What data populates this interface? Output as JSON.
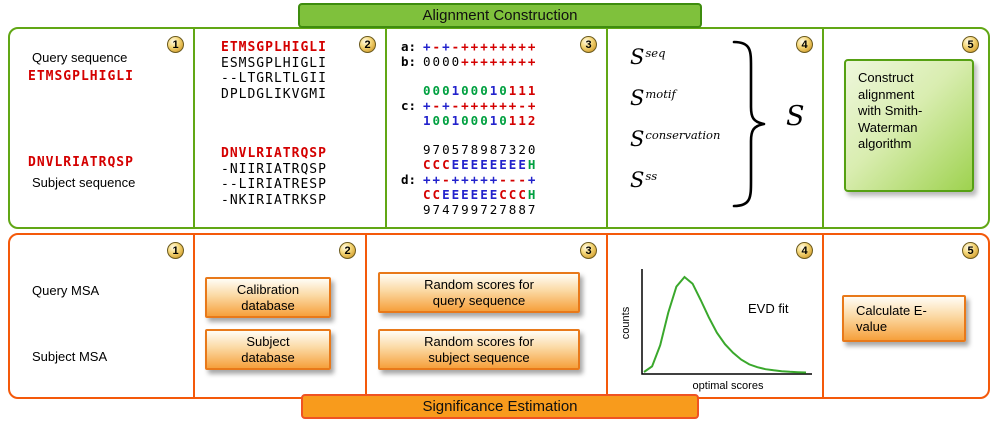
{
  "titles": {
    "top": "Alignment Construction",
    "bottom": "Significance Estimation"
  },
  "top_row": {
    "panel1": {
      "number": "1",
      "query_label": "Query sequence",
      "query_seq": "ETMSGPLHIGLI",
      "subject_seq": "DNVLRIATRQSP",
      "subject_label": "Subject sequence"
    },
    "panel2": {
      "number": "2",
      "query_msa": [
        "ETMSGPLHIGLI",
        "ESMSGPLHIGLI",
        "--LTGRLTLGII",
        "DPLDGLIKVGMI"
      ],
      "subject_msa": [
        "DNVLRIATRQSP",
        "-NIIRIATRQSP",
        "--LIRIATRESP",
        "-NKIRIATRKSP"
      ]
    },
    "panel3": {
      "number": "3",
      "lines": [
        {
          "label": "a:",
          "text": "+-+-++++++++",
          "colors": "brbrrrrrrrrr",
          "gap_before": false
        },
        {
          "label": "b:",
          "text": "0000++++++++",
          "colors": "kkkkrrrrrrrr",
          "gap_before": false
        },
        {
          "label": "",
          "text": "000100010111",
          "colors": "gggbgggbgrrr",
          "gap_before": true
        },
        {
          "label": "c:",
          "text": "+-+-++++++-+",
          "colors": "brbrrrrrrrrr",
          "gap_before": false
        },
        {
          "label": "",
          "text": "100100010112",
          "colors": "bggbgggbgrrr",
          "gap_before": false
        },
        {
          "label": "",
          "text": "970578987320",
          "colors": "kkkkkkkkkkkk",
          "gap_before": true
        },
        {
          "label": "",
          "text": "CCCEEEEEEEEH",
          "colors": "rrrbbbbbbbbg",
          "gap_before": false
        },
        {
          "label": "d:",
          "text": "++-+++++---+",
          "colors": "bbrbbbbbrrrb",
          "gap_before": false
        },
        {
          "label": "",
          "text": "CCEEEEEECCCH",
          "colors": "rrbbbbbbrrrg",
          "gap_before": false
        },
        {
          "label": "",
          "text": "974799727887",
          "colors": "kkkkkkkkkkkk",
          "gap_before": false
        }
      ]
    },
    "panel4": {
      "number": "4",
      "terms": [
        {
          "base": "S",
          "sup": "seq"
        },
        {
          "base": "S",
          "sup": "motif"
        },
        {
          "base": "S",
          "sup": "conservation"
        },
        {
          "base": "S",
          "sup": "ss"
        }
      ],
      "total": "S"
    },
    "panel5": {
      "number": "5",
      "box_label": "Construct\nalignment\nwith Smith-\nWaterman\nalgorithm"
    }
  },
  "bottom_row": {
    "panel1": {
      "number": "1",
      "query_label": "Query MSA",
      "subject_label": "Subject MSA"
    },
    "panel2": {
      "number": "2",
      "box1": "Calibration\ndatabase",
      "box2": "Subject\ndatabase"
    },
    "panel3": {
      "number": "3",
      "box1": "Random scores for\nquery sequence",
      "box2": "Random scores for\nsubject sequence"
    },
    "panel4": {
      "number": "4",
      "annotation": "EVD fit",
      "xlabel": "optimal scores",
      "ylabel": "counts"
    },
    "panel5": {
      "number": "5",
      "box_label": "Calculate E-\nvalue"
    }
  },
  "chart_data": {
    "type": "line",
    "title": "",
    "xlabel": "optimal scores",
    "ylabel": "counts",
    "legend": false,
    "axis_ticks": "none",
    "series": [
      {
        "name": "EVD fit",
        "points": [
          [
            0,
            0.01
          ],
          [
            0.05,
            0.07
          ],
          [
            0.1,
            0.29
          ],
          [
            0.15,
            0.63
          ],
          [
            0.2,
            0.9
          ],
          [
            0.25,
            1.0
          ],
          [
            0.3,
            0.93
          ],
          [
            0.35,
            0.76
          ],
          [
            0.4,
            0.58
          ],
          [
            0.45,
            0.42
          ],
          [
            0.5,
            0.3
          ],
          [
            0.55,
            0.21
          ],
          [
            0.6,
            0.14
          ],
          [
            0.65,
            0.09
          ],
          [
            0.7,
            0.06
          ],
          [
            0.75,
            0.04
          ],
          [
            0.8,
            0.028
          ],
          [
            0.85,
            0.019
          ],
          [
            0.9,
            0.012
          ],
          [
            0.95,
            0.008
          ],
          [
            1,
            0.005
          ]
        ]
      }
    ]
  },
  "colors": {
    "green_border": "#61a715",
    "green_badge": "#7fc13c",
    "green_badge_border": "#3e8c0e",
    "green_box_border": "#55a012",
    "green_box_light": "#eef7dc",
    "green_box_dark": "#9ed24f",
    "orange_border": "#f4590a",
    "orange_badge": "#f89b1c",
    "orange_badge_border": "#ef5323",
    "orange_box_border": "#e8791a",
    "orange_box_light": "#fffdf6",
    "orange_box_mid": "#fbd9a4",
    "orange_box_dark": "#f6a03c",
    "curve_green": "#3aa82c",
    "seq_red": "#d40000",
    "seq_blue": "#2222cc",
    "seq_green": "#00a040",
    "seq_black": "#000000"
  }
}
